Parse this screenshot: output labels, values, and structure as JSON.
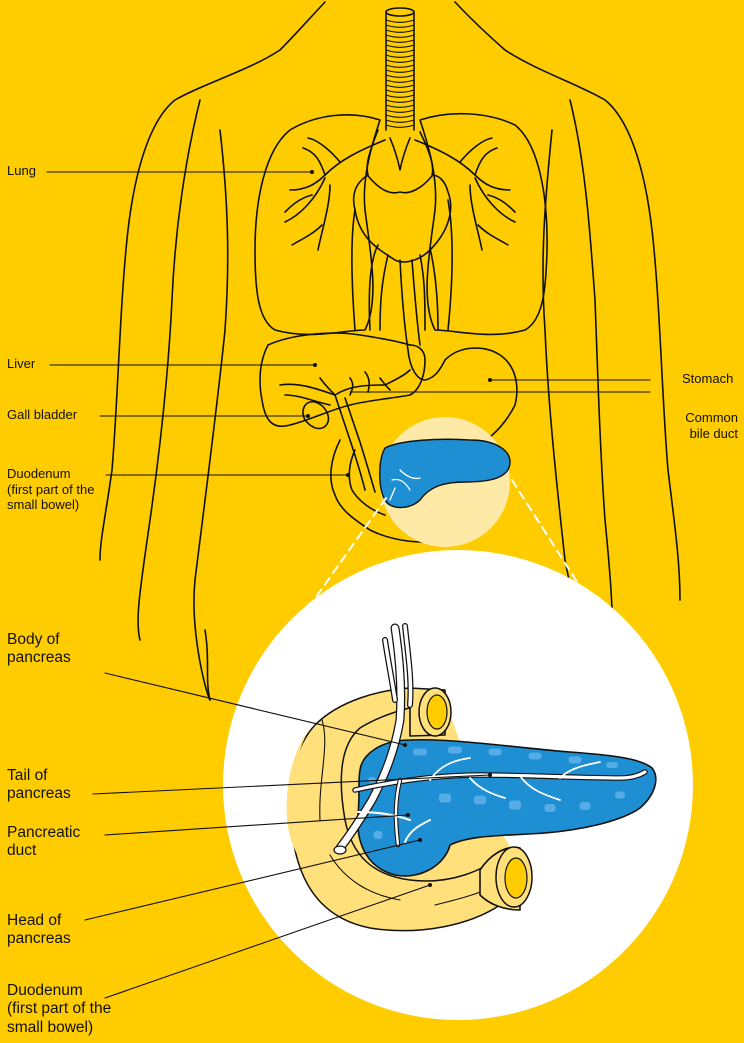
{
  "colors": {
    "background": "#FFCC00",
    "pancreas": "#1E8FD2",
    "duodenum": "#FFE07A",
    "highlight": "#FFE9A6",
    "outline": "#111111"
  },
  "upper_labels": {
    "lung": "Lung",
    "liver": "Liver",
    "gall_bladder": "Gall bladder",
    "duodenum_1": "Duodenum",
    "duodenum_2": "(first part of the",
    "duodenum_3": "small bowel)",
    "stomach": "Stomach",
    "bile_duct_1": "Common",
    "bile_duct_2": "bile duct"
  },
  "detail_labels": {
    "body_1": "Body of",
    "body_2": "pancreas",
    "tail_1": "Tail of",
    "tail_2": "pancreas",
    "duct_1": "Pancreatic",
    "duct_2": "duct",
    "head_1": "Head of",
    "head_2": "pancreas",
    "duodenum_1": "Duodenum",
    "duodenum_2": "(first part of the",
    "duodenum_3": "small bowel)"
  }
}
